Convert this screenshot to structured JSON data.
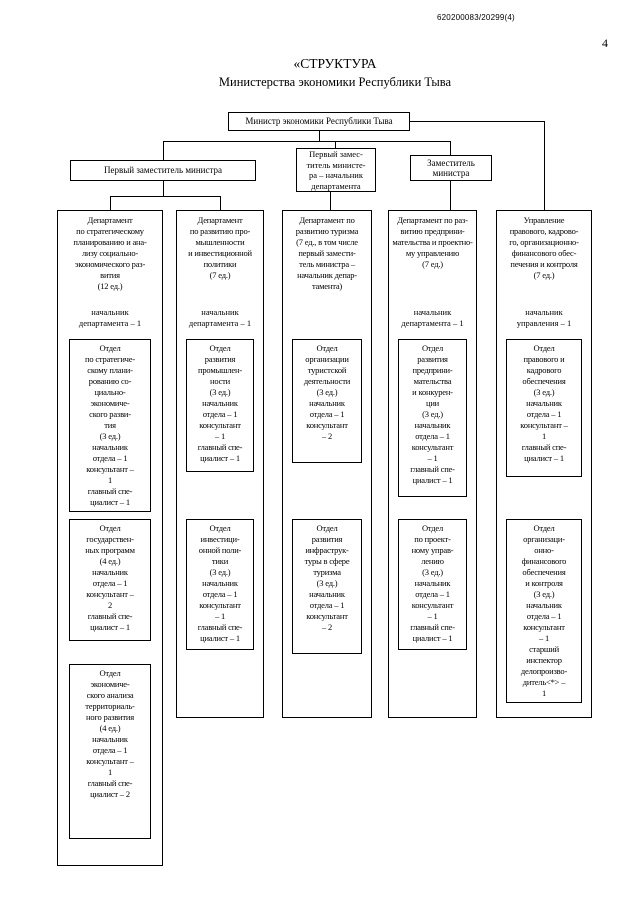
{
  "page": {
    "doc_number": "620200083/20299(4)",
    "page_number": "4",
    "title_line1": "«СТРУКТУРА",
    "title_line2": "Министерства экономики Республики Тыва"
  },
  "chart": {
    "minister": "Министр экономики Республики Тыва",
    "deputies": [
      "Первый заместитель министра",
      "Первый замес-\nтитель министе-\nра – начальник\nдепартамента",
      "Заместитель\nминистра"
    ],
    "columns": [
      {
        "header": "Департамент\nпо стратегическому\nпланированию и ана-\nлизу социально-\nэкономического раз-\nвития\n(12 ед.)",
        "head_label": "начальник\nдепартамента – 1",
        "units": [
          "Отдел\nпо стратегиче-\nскому плани-\nрованию со-\nциально-\nэкономиче-\nского разви-\nтия\n(3 ед.)\nначальник\nотдела – 1\nконсультант –\n1\nглавный спе-\nциалист – 1",
          "Отдел\nгосударствен-\nных программ\n(4 ед.)\nначальник\nотдела – 1\nконсультант –\n2\nглавный спе-\nциалист – 1",
          "Отдел\nэкономиче-\nского анализа\nтерриториаль-\nного развития\n(4 ед.)\nначальник\nотдела – 1\nконсультант –\n1\nглавный спе-\nциалист – 2"
        ]
      },
      {
        "header": "Департамент\nпо развитию про-\nмышленности\nи инвестиционной\nполитики\n(7 ед.)",
        "head_label": "начальник\nдепартамента – 1",
        "units": [
          "Отдел\nразвития\nпромышлен-\nности\n(3 ед.)\nначальник\nотдела – 1\nконсультант\n– 1\nглавный спе-\nциалист – 1",
          "Отдел\nинвестици-\nонной поли-\nтики\n(3 ед.)\nначальник\nотдела – 1\nконсультант\n– 1\nглавный спе-\nциалист – 1"
        ]
      },
      {
        "header": "Департамент по\nразвитию туризма\n(7 ед., в том числе\nпервый замести-\nтель министра –\nначальник депар-\nтамента)",
        "head_label": "",
        "units": [
          "Отдел\nорганизации\nтуристской\nдеятельности\n(3 ед.)\nначальник\nотдела – 1\nконсультант\n– 2",
          "Отдел\nразвития\nинфраструк-\nтуры в сфере\nтуризма\n(3 ед.)\nначальник\nотдела – 1\nконсультант\n– 2"
        ]
      },
      {
        "header": "Департамент по раз-\nвитию предприни-\nмательства и проектно-\nму управлению\n(7 ед.)",
        "head_label": "начальник\nдепартамента – 1",
        "units": [
          "Отдел\nразвития\nпредприни-\nмательства\nи конкурен-\nции\n(3 ед.)\nначальник\nотдела – 1\nконсультант\n– 1\nглавный спе-\nциалист – 1",
          "Отдел\nпо проект-\nному управ-\nлению\n(3 ед.)\nначальник\nотдела – 1\nконсультант\n– 1\nглавный спе-\nциалист – 1"
        ]
      },
      {
        "header": "Управление\nправового, кадрово-\nго, организационно-\nфинансового обес-\nпечения и контроля\n(7 ед.)",
        "head_label": "начальник\nуправления – 1",
        "units": [
          "Отдел\nправового и\nкадрового\nобеспечения\n(3 ед.)\nначальник\nотдела – 1\nконсультант –\n1\nглавный спе-\nциалист – 1",
          "Отдел\nорганизаци-\nонно-\nфинансового\nобеспечения\nи контроля\n(3 ед.)\nначальник\nотдела – 1\nконсультант\n– 1\nстарший\nинспектор\nделопроизво-\nдитель<*> –\n1"
        ]
      }
    ]
  }
}
